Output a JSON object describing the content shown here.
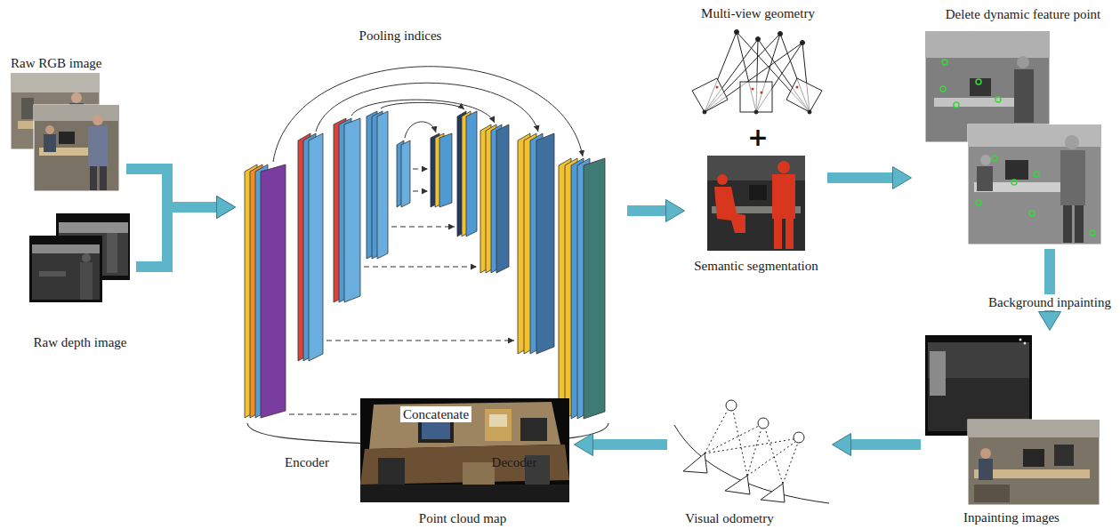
{
  "diagram": {
    "nodes": [
      {
        "text": [
          "Raw RGB image"
        ]
      },
      {
        "text": [
          "Raw depth image"
        ]
      },
      {
        "text": [
          "Pooling indices",
          "Concatenate",
          "Encoder",
          "Decoder"
        ]
      },
      {
        "text": [
          "Multi-view geometry"
        ]
      },
      {
        "text": [
          "Semantic segmentation"
        ]
      },
      {
        "text": [
          "Delete dynamic feature point"
        ]
      },
      {
        "text": [
          "Inpainting images"
        ]
      },
      {
        "text": [
          "Visual odometry"
        ]
      },
      {
        "text": [
          "Point cloud map"
        ]
      }
    ],
    "edges": [
      {
        "from": 0,
        "to": 2,
        "arrow": "to"
      },
      {
        "from": 1,
        "to": 2,
        "arrow": "to"
      },
      {
        "from": 2,
        "to": 4,
        "arrow": "to"
      },
      {
        "from": 4,
        "to": 5,
        "arrow": "to"
      },
      {
        "from": 5,
        "to": 6,
        "label": "Background inpainting",
        "arrow": "to"
      },
      {
        "from": 6,
        "to": 7,
        "arrow": "to"
      },
      {
        "from": 7,
        "to": 8,
        "arrow": "to"
      }
    ],
    "labels": [
      "+"
    ]
  }
}
